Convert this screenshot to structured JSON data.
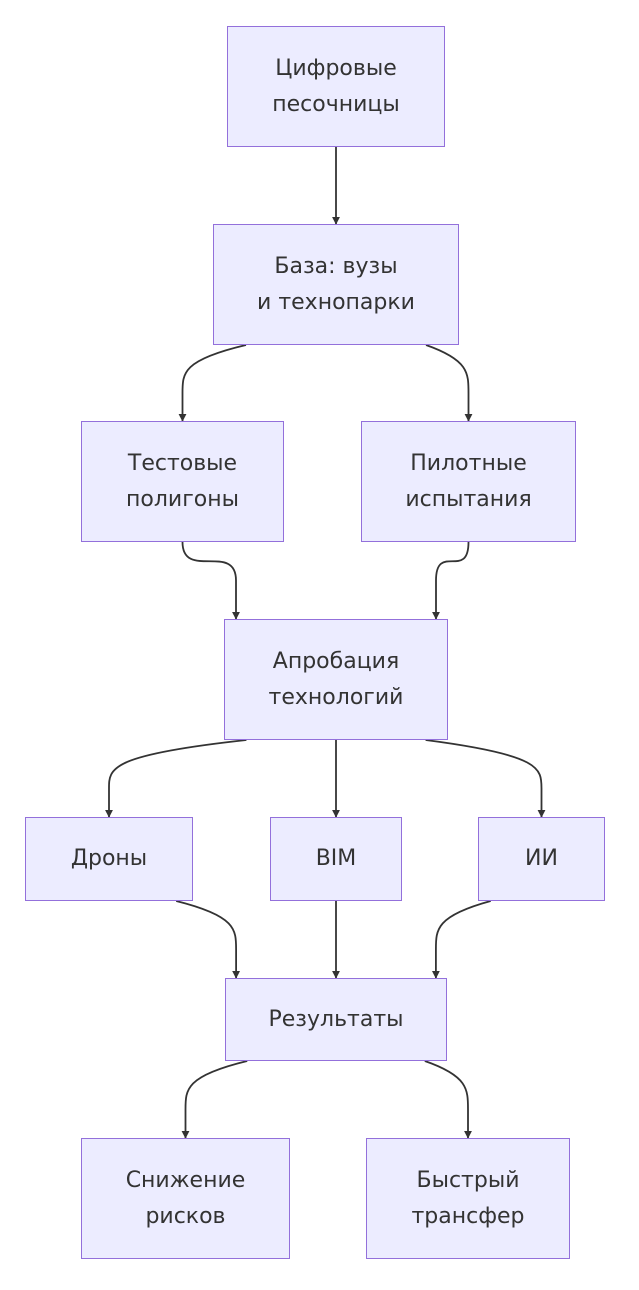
{
  "colors": {
    "node_fill": "#ececff",
    "node_border": "#9370db",
    "edge": "#333333",
    "text": "#333333"
  },
  "diagram": {
    "type": "flowchart",
    "direction": "top-down",
    "nodes": [
      {
        "id": "sandbox",
        "lines": [
          "Цифровые",
          "песочницы"
        ]
      },
      {
        "id": "base",
        "lines": [
          "База: вузы",
          "и технопарки"
        ]
      },
      {
        "id": "polygons",
        "lines": [
          "Тестовые",
          "полигоны"
        ]
      },
      {
        "id": "pilots",
        "lines": [
          "Пилотные",
          "испытания"
        ]
      },
      {
        "id": "approbation",
        "lines": [
          "Апробация",
          "технологий"
        ]
      },
      {
        "id": "drones",
        "lines": [
          "Дроны"
        ]
      },
      {
        "id": "bim",
        "lines": [
          "BIM"
        ]
      },
      {
        "id": "ai",
        "lines": [
          "ИИ"
        ]
      },
      {
        "id": "results",
        "lines": [
          "Результаты"
        ]
      },
      {
        "id": "risk",
        "lines": [
          "Снижение",
          "рисков"
        ]
      },
      {
        "id": "transfer",
        "lines": [
          "Быстрый",
          "трансфер"
        ]
      }
    ],
    "edges": [
      {
        "from": "sandbox",
        "to": "base"
      },
      {
        "from": "base",
        "to": "polygons"
      },
      {
        "from": "base",
        "to": "pilots"
      },
      {
        "from": "polygons",
        "to": "approbation"
      },
      {
        "from": "pilots",
        "to": "approbation"
      },
      {
        "from": "approbation",
        "to": "drones"
      },
      {
        "from": "approbation",
        "to": "bim"
      },
      {
        "from": "approbation",
        "to": "ai"
      },
      {
        "from": "drones",
        "to": "results"
      },
      {
        "from": "bim",
        "to": "results"
      },
      {
        "from": "ai",
        "to": "results"
      },
      {
        "from": "results",
        "to": "risk"
      },
      {
        "from": "results",
        "to": "transfer"
      }
    ]
  }
}
